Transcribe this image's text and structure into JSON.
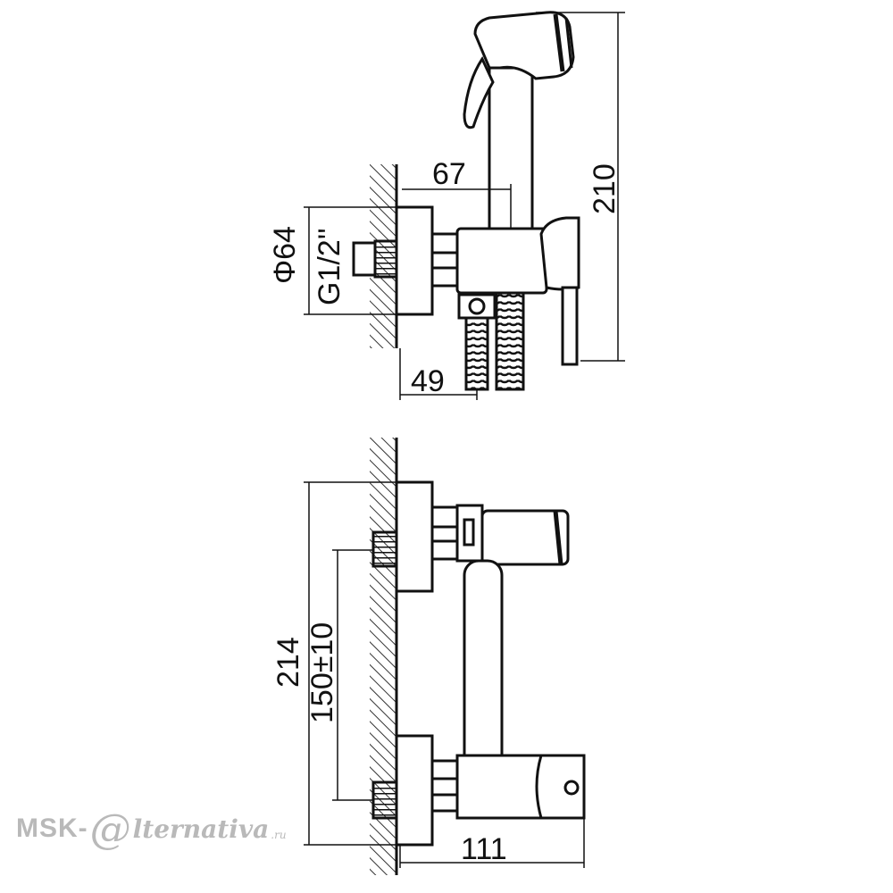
{
  "dimensions": {
    "side_top_length": "67",
    "side_total_height": "210",
    "side_flange_diameter": "Φ64",
    "side_thread": "G1/2''",
    "side_hose_offset": "49",
    "front_total_height": "214",
    "front_center_distance": "150±10",
    "front_projection": "111"
  },
  "watermark": {
    "brand_prefix": "MSK-",
    "brand_symbol": "@",
    "brand_suffix": "lternativa",
    "domain": ".ru"
  },
  "colors": {
    "line": "#111111",
    "hatch": "#333333",
    "watermark": "#b9b9b9",
    "background": "#ffffff"
  }
}
